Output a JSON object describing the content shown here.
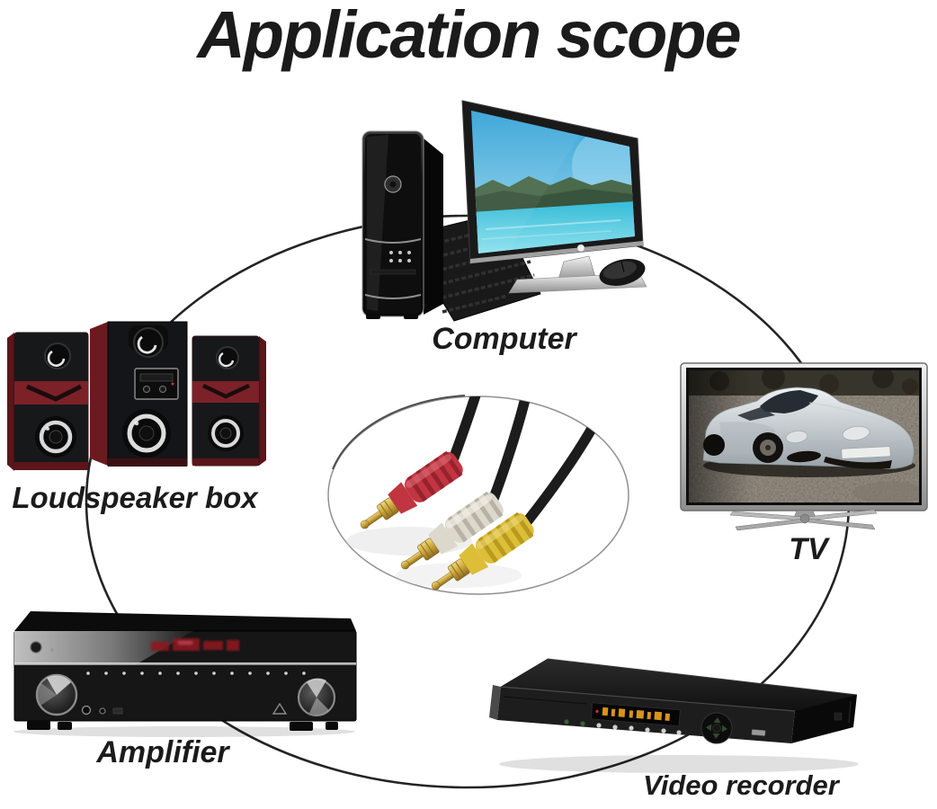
{
  "title": "Application scope",
  "devices": {
    "computer": {
      "label": "Computer"
    },
    "loudspeaker": {
      "label": "Loudspeaker box"
    },
    "tv": {
      "label": "TV"
    },
    "amplifier": {
      "label": "Amplifier"
    },
    "video_recorder": {
      "label": "Video recorder"
    }
  },
  "center_cable": {
    "plug_colors": [
      "red",
      "white",
      "yellow"
    ]
  },
  "colors": {
    "background": "#ffffff",
    "text": "#1b1b1b",
    "connection_line": "#242424",
    "rca_red": "#c03540",
    "rca_white": "#dcd8cc",
    "rca_yellow": "#ddbe37",
    "rca_gold": "#c9a33a",
    "speaker_red": "#7c2128",
    "tv_frame_silver": "#c9c9c9",
    "amp_display_red": "#8c1520",
    "vcr_display_amber": "#d9931e"
  }
}
